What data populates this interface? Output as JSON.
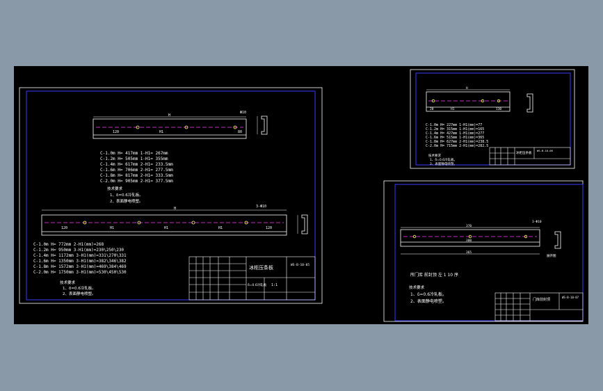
{
  "drawing": {
    "sheet1": {
      "top_rail": {
        "dims": {
          "overall": "H",
          "phi": "Φ10",
          "left": "120",
          "mid": "H1",
          "right": "80"
        },
        "table": [
          "C-1.0m  H= 417mm   1-H1= 267mm",
          "C-1.2m  H= 505mm   1-H1= 355mm",
          "C-1.4m  H= 617mm   2-H1= 233.5mm",
          "C-1.6m  H= 706mm   2-H1= 277.5mm",
          "C-1.8m  H= 817mm   2-H1= 333.5mm",
          "C-2.0m  H= 905mm   2-H1= 377.5mm"
        ],
        "notes_title": "技术要求",
        "notes": [
          "1、δ=0.6冷轧板。",
          "2、表面静电喷塑。"
        ]
      },
      "bottom_rail": {
        "dims": {
          "overall": "H",
          "phi": "3-Φ10",
          "left": "120",
          "h1a": "H1",
          "h1b": "H1",
          "h1c": "H1",
          "right": "120"
        },
        "table": [
          "C-1.0m  H= 772mm   2-H1(mm)=268",
          "C-1.2m  H= 950mm   3-H1(mm)=230\\250\\230",
          "C-1.4m  H= 1172mm  3-H1(mm)=331\\270\\331",
          "C-1.6m  H= 1350mm  3-H1(mm)=382\\346\\382",
          "C-1.8m  H= 1572mm  3-H1(mm)=469\\384\\469",
          "C-2.0m  H= 1750mm  3-H1(mm)=530\\450\\530"
        ],
        "notes_title": "技术要求",
        "notes": [
          "1、δ=0.6冷轧板。",
          "2、表面静电喷塑。"
        ]
      },
      "title_block": {
        "title": "冰柜压条板",
        "code": "WS-B-10-05",
        "material": "δ=0.6冷轧板",
        "scale": "1:1"
      }
    },
    "sheet2": {
      "dims": {
        "overall": "H",
        "left": "20",
        "mid": "H1",
        "right": "130"
      },
      "table": [
        "C-1.0m  H= 227mm   1-H1(mm)=77",
        "C-1.2m  H= 315mm   1-H1(mm)=165",
        "C-1.4m  H= 427mm   1-H1(mm)=277",
        "C-1.6m  H= 515mm   1-H1(mm)=365",
        "C-1.8m  H= 627mm   2-H1(mm)=238.5",
        "C-2.0m  H= 715mm   2-H1(mm)=282.5"
      ],
      "notes_title": "技术要求",
      "notes": [
        "1、δ=0.6冷轧板。",
        "2、表面静电喷塑。"
      ],
      "title_block": {
        "title": "冰柜压条板",
        "code": "WS-B-10-06"
      }
    },
    "sheet3": {
      "dims": {
        "overall": "370",
        "phi": "3-Φ10",
        "mid": "300",
        "bottom": "365"
      },
      "side_label": "展开图",
      "caption": "所门库 前封顶 左 1 10 序",
      "notes_title": "技术要求",
      "notes": [
        "1、δ=0.6冷轧板。",
        "2、表面静电喷塑。"
      ],
      "title_block": {
        "title": "门库前封顶",
        "code": "WS-B-10-07"
      }
    }
  }
}
